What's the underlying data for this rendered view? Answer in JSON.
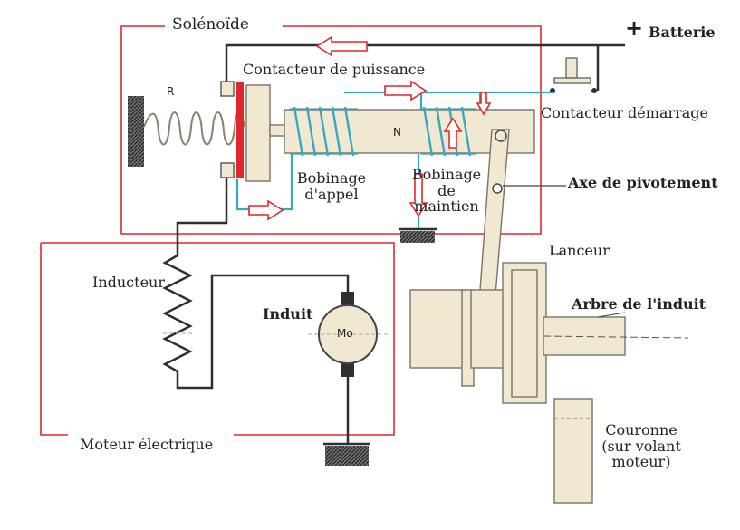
{
  "labels": {
    "solenoide": "Solénoïde",
    "batterie_sign": "+",
    "batterie": "Batterie",
    "contacteur_puissance": "Contacteur de puissance",
    "contacteur_demarrage": "Contacteur démarrage",
    "ressort": "R",
    "noyau": "N",
    "bobinage_appel_1": "Bobinage",
    "bobinage_appel_2": "d'appel",
    "bobinage_maintien_1": "Bobinage",
    "bobinage_maintien_2": "de",
    "bobinage_maintien_3": "maintien",
    "axe_pivotement": "Axe de pivotement",
    "lanceur": "Lanceur",
    "inducteur": "Inducteur",
    "induit": "Induit",
    "mo": "Mo",
    "arbre_induit": "Arbre de l'induit",
    "moteur_electrique": "Moteur électrique",
    "couronne_1": "Couronne",
    "couronne_2": "(sur volant",
    "couronne_3": "moteur)"
  },
  "colors": {
    "frame_red": "#e0282c",
    "wire_dark": "#2f2f2f",
    "coil_blue": "#3aa6c0",
    "part_fill": "#f1e8d2",
    "part_stroke": "#7a7366"
  }
}
